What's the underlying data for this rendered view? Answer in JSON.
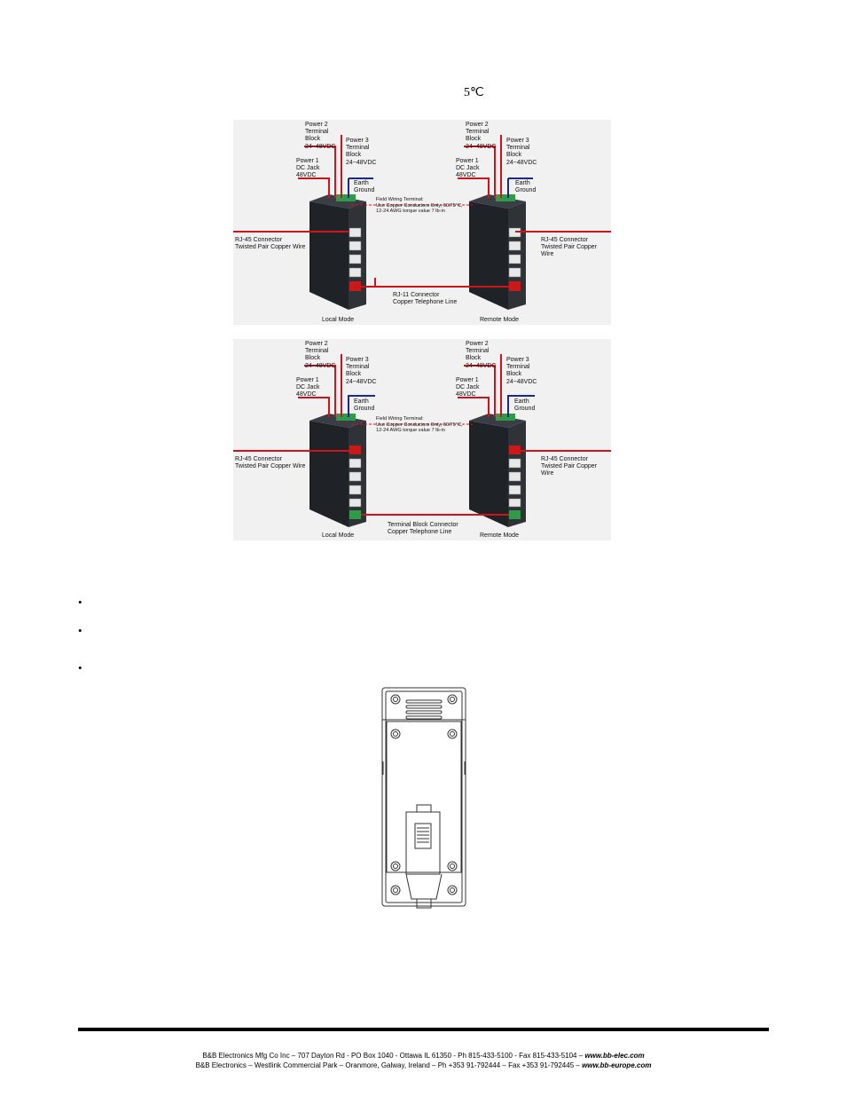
{
  "header": {
    "temperature_fragment": "5℃"
  },
  "figure_rj11": {
    "power2": "Power 2\nTerminal\nBlock\n24~48VDC",
    "power3": "Power 3\nTerminal\nBlock\n24~48VDC",
    "power1": "Power 1\nDC Jack\n48VDC",
    "earth": "Earth\nGround",
    "field_wiring": "Field Wiring Terminal:\nUse Copper Conductors Only, 60/75°C,\n12-24 AWG torque value 7 lb-in",
    "rj45_left": "RJ-45 Connector\nTwisted Pair Copper Wire",
    "rj45_right": "RJ-45 Connector\nTwisted Pair Copper Wire",
    "line_connector": "RJ-11 Connector\nCopper Telephone Line",
    "local_mode": "Local Mode",
    "remote_mode": "Remote Mode"
  },
  "figure_terminal": {
    "power2": "Power 2\nTerminal\nBlock\n24~48VDC",
    "power3": "Power 3\nTerminal\nBlock\n24~48VDC",
    "power1": "Power 1\nDC Jack\n48VDC",
    "earth": "Earth\nGround",
    "field_wiring": "Field Wiring Terminal:\nUse Copper Conductors Only, 60/75°C,\n12-24 AWG torque value 7 lb-in",
    "rj45_left": "RJ-45 Connector\nTwisted Pair Copper Wire",
    "rj45_right": "RJ-45 Connector\nTwisted Pair Copper Wire",
    "line_connector": "Terminal Block Connector\nCopper Telephone Line",
    "local_mode": "Local Mode",
    "remote_mode": "Remote Mode"
  },
  "bullets": [
    "•",
    "•",
    "•"
  ],
  "footer": {
    "line1_text": "B&B Electronics Mfg Co Inc – 707 Dayton Rd - PO Box 1040 - Ottawa IL 61350 - Ph 815-433-5100 - Fax 815-433-5104 – ",
    "line1_url": "www.bb-elec.com",
    "line2_text": "B&B Electronics – Westlink Commercial Park – Oranmore, Galway, Ireland – Ph +353 91-792444 – Fax +353 91-792445 – ",
    "line2_url": "www.bb-europe.com"
  },
  "colors": {
    "wire_red": "#d0121b",
    "wire_blue": "#1b2a8a",
    "device_body": "#2a2d31",
    "figure_bg": "#f1f1f1"
  }
}
